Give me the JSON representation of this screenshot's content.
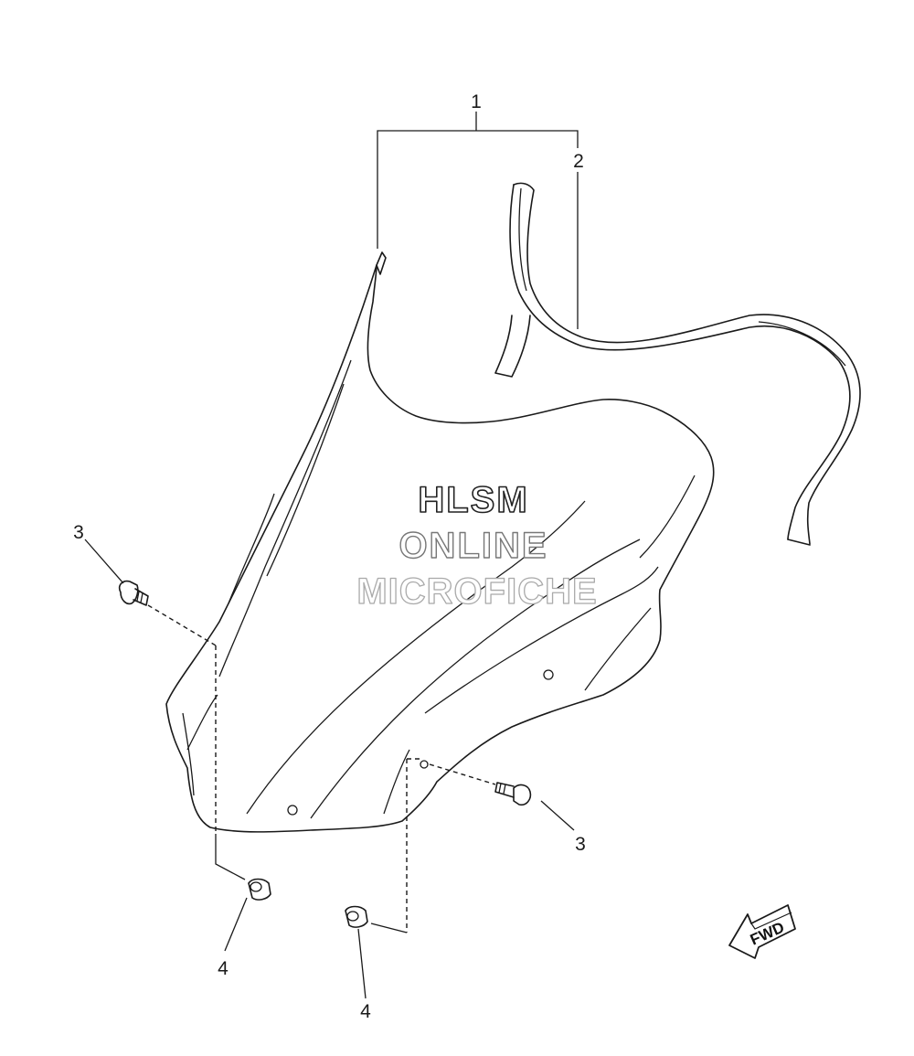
{
  "diagram": {
    "callouts": {
      "windshield_assembly": "1",
      "seal_strip": "2",
      "screw_left": "3",
      "screw_right": "3",
      "nut_left": "4",
      "nut_right": "4"
    },
    "watermark": {
      "line1": "HLSM",
      "line2": "ONLINE",
      "line3": "MICROFICHE"
    },
    "direction_arrow": {
      "label": "FWD"
    }
  }
}
